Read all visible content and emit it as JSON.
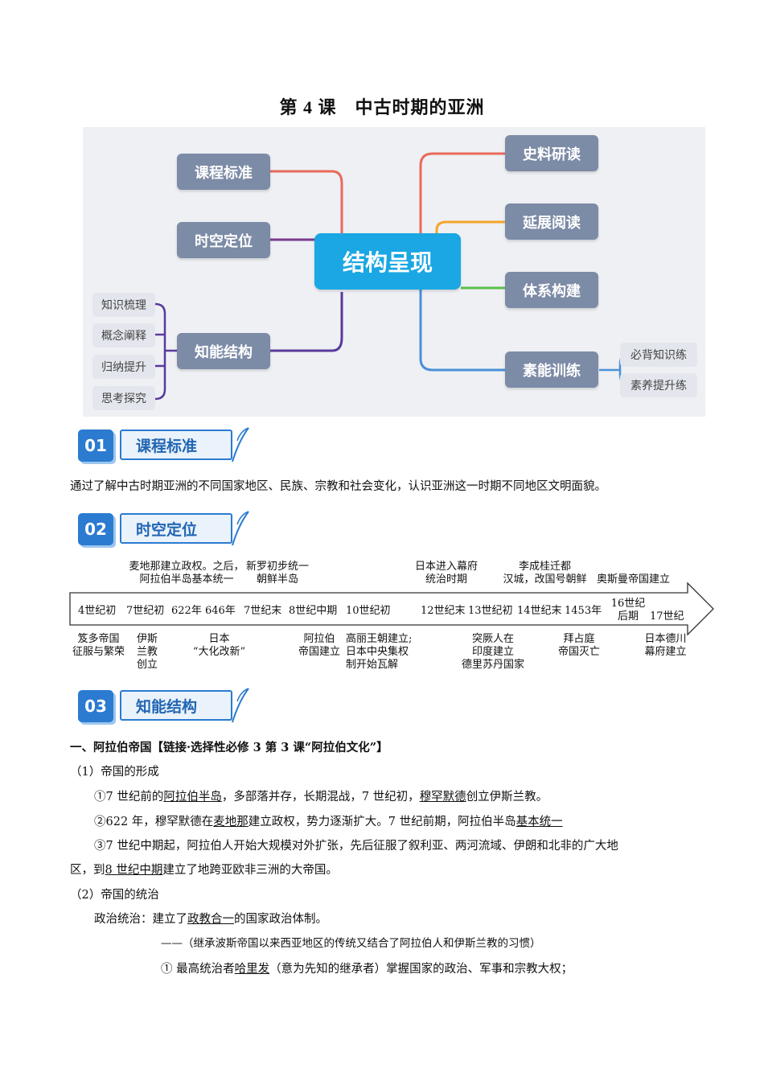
{
  "title": "第 4 课　中古时期的亚洲",
  "mindmap": {
    "center": "结构呈现",
    "left_nodes": [
      "课程标准",
      "时空定位",
      "知能结构"
    ],
    "left_leaves": [
      "知识梳理",
      "概念阐释",
      "归纳提升",
      "思考探究"
    ],
    "right_nodes": [
      "史料研读",
      "延展阅读",
      "体系构建",
      "素能训练"
    ],
    "right_leaves": [
      "必背知识练",
      "素养提升练"
    ],
    "colors": {
      "line_red": "#e86a5a",
      "line_purple": "#7a3a8c",
      "line_orange": "#f4a52a",
      "line_green": "#5bbf4a",
      "line_blue": "#4a90d9",
      "node": "#7c8ba6",
      "center": "#1aa7e3"
    }
  },
  "sections": [
    {
      "num": "01",
      "label": "课程标准"
    },
    {
      "num": "02",
      "label": "时空定位"
    },
    {
      "num": "03",
      "label": "知能结构"
    }
  ],
  "standard_text": "通过了解中古时期亚洲的不同国家地区、民族、宗教和社会变化，认识亚洲这一时期不同地区文明面貌。",
  "timeline": {
    "above": [
      {
        "l1": "麦地那建立政权。之后，",
        "l2": "阿拉伯半岛基本统一"
      },
      {
        "l1": "新罗初步统一",
        "l2": "朝鲜半岛"
      },
      {
        "l1": "日本进入幕府",
        "l2": "统治时期"
      },
      {
        "l1": "李成桂迁都",
        "l2": "汉城，改国号朝鲜"
      },
      {
        "l1": "奥斯曼帝国建立",
        "l2": ""
      }
    ],
    "ticks": [
      "4世纪初",
      "7世纪初",
      "622年",
      "646年",
      "7世纪末",
      "8世纪中期",
      "10世纪初",
      "12世纪末",
      "13世纪初",
      "14世纪末",
      "1453年",
      "16世纪后期",
      "17世纪"
    ],
    "tick16a": "16世纪",
    "tick16b": "后期",
    "below": [
      {
        "l1": "笈多帝国",
        "l2": "征服与繁荣",
        "l3": ""
      },
      {
        "l1": "伊斯",
        "l2": "兰教",
        "l3": "创立"
      },
      {
        "l1": "日本",
        "l2": "“大化改新”",
        "l3": ""
      },
      {
        "l1": "阿拉伯",
        "l2": "帝国建立",
        "l3": ""
      },
      {
        "l1": "高丽王朝建立;",
        "l2": "日本中央集权",
        "l3": "制开始瓦解"
      },
      {
        "l1": "突厥人在",
        "l2": "印度建立",
        "l3": "德里苏丹国家"
      },
      {
        "l1": "拜占庭",
        "l2": "帝国灭亡",
        "l3": ""
      },
      {
        "l1": "日本德川",
        "l2": "幕府建立",
        "l3": ""
      }
    ]
  },
  "content": {
    "heading": "一、阿拉伯帝国【链接·选择性必修 3 第 3 课“阿拉伯文化”】",
    "sub1": "（1）帝国的形成",
    "p1a": "①7 世纪前的",
    "p1u1": "阿拉伯半岛",
    "p1b": "，多部落并存，长期混战，7 世纪初，",
    "p1u2": "穆罕默德",
    "p1c": "创立伊斯兰教。",
    "p2a": "②622 年，穆罕默德在",
    "p2u1": "麦地那",
    "p2b": "建立政权，势力逐渐扩大。7 世纪前期，阿拉伯半岛",
    "p2u2": "基本统一",
    "p3a": "③7 世纪中期起，阿拉伯人开始大规模对外扩张，先后征服了叙利亚、两河流域、伊朗和北非的广大地",
    "p3b": "区，到",
    "p3u": "8 世纪中期",
    "p3c": "建立了地跨亚欧非三洲的大帝国。",
    "sub2": "（2）帝国的统治",
    "p4a": "政治统治：建立了",
    "p4u": "政教合一",
    "p4b": "的国家政治体制。",
    "p5": "——（继承波斯帝国以来西亚地区的传统又结合了阿拉伯人和伊斯兰教的习惯）",
    "p6a": "① 最高统治者",
    "p6u": "哈里发",
    "p6b": "（意为先知的继承者）掌握国家的政治、军事和宗教大权；"
  }
}
